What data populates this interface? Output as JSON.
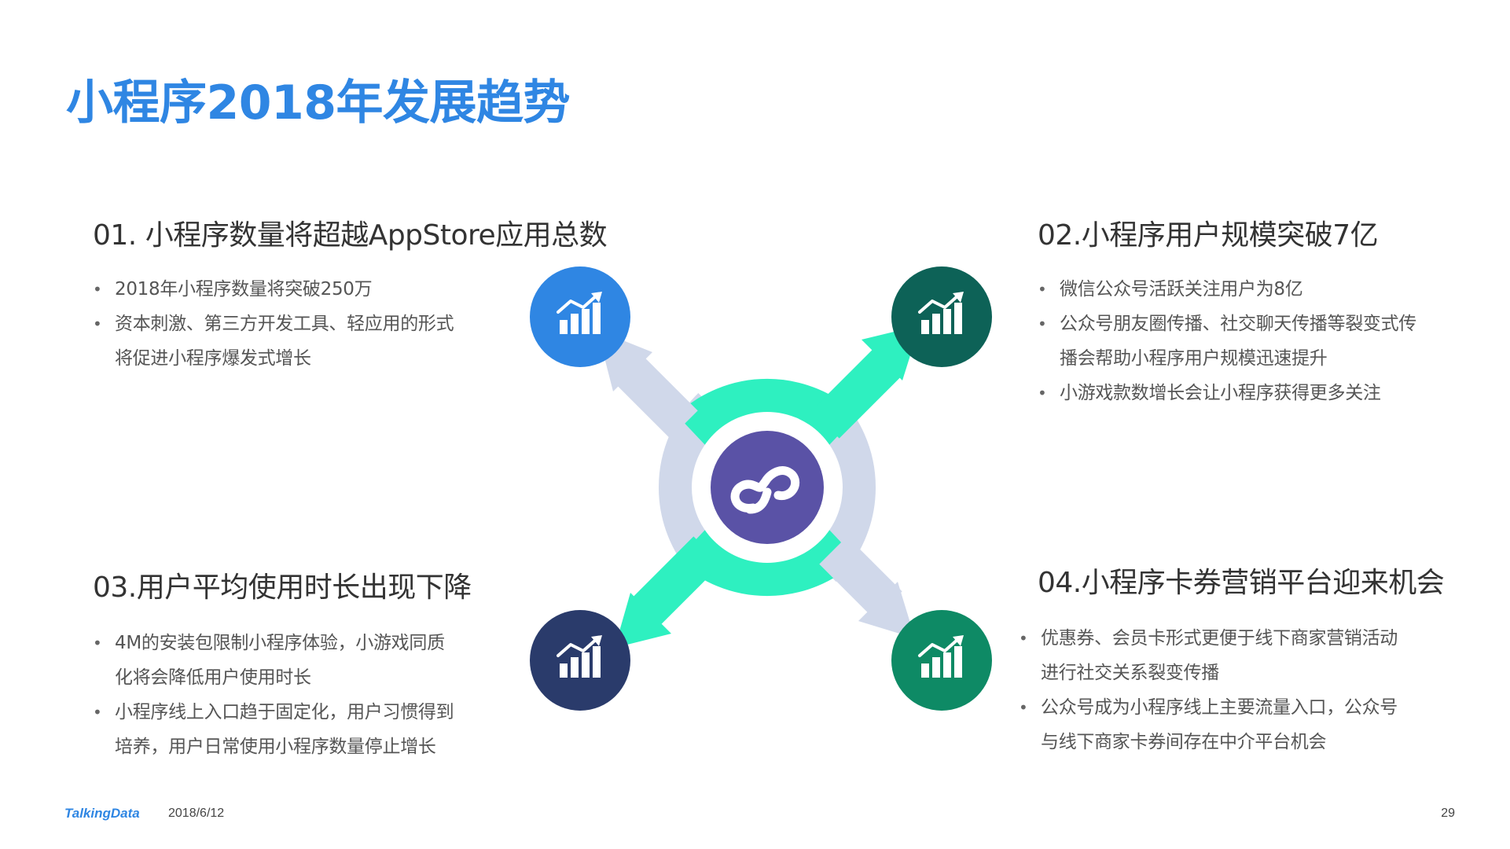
{
  "title": "小程序2018年发展趋势",
  "sections": [
    {
      "heading": "01. 小程序数量将超越AppStore应用总数",
      "bullets": [
        "2018年小程序数量将突破250万",
        "资本刺激、第三方开发工具、轻应用的形式",
        "将促进小程序爆发式增长"
      ]
    },
    {
      "heading": "02.小程序用户规模突破7亿",
      "bullets": [
        "微信公众号活跃关注用户为8亿",
        "公众号朋友圈传播、社交聊天传播等裂变式传",
        "播会帮助小程序用户规模迅速提升",
        "小游戏款数增长会让小程序获得更多关注"
      ]
    },
    {
      "heading": "03.用户平均使用时长出现下降",
      "bullets": [
        "4M的安装包限制小程序体验，小游戏同质",
        "化将会降低用户使用时长",
        "小程序线上入口趋于固定化，用户习惯得到",
        "培养，用户日常使用小程序数量停止增长"
      ]
    },
    {
      "heading": "04.小程序卡券营销平台迎来机会",
      "bullets": [
        "优惠券、会员卡形式更便于线下商家营销活动",
        "进行社交关系裂变传播",
        "公众号成为小程序线上主要流量入口，公众号",
        "与线下商家卡券间存在中介平台机会"
      ]
    }
  ],
  "diagram": {
    "center_icon": "mini-program-logo-icon",
    "nodes": [
      {
        "icon": "growth-chart-icon",
        "color": "#2f86e3"
      },
      {
        "icon": "growth-chart-icon",
        "color": "#0d6257"
      },
      {
        "icon": "growth-chart-icon",
        "color": "#2a3b6b"
      },
      {
        "icon": "growth-chart-icon",
        "color": "#0e8a65"
      }
    ],
    "colors": {
      "ring_teal": "#2ef0c0",
      "ring_gray": "#d0d8ea",
      "center": "#5a52a6"
    }
  },
  "footer": {
    "brand": "TalkingData",
    "date": "2018/6/12",
    "page": "29"
  }
}
